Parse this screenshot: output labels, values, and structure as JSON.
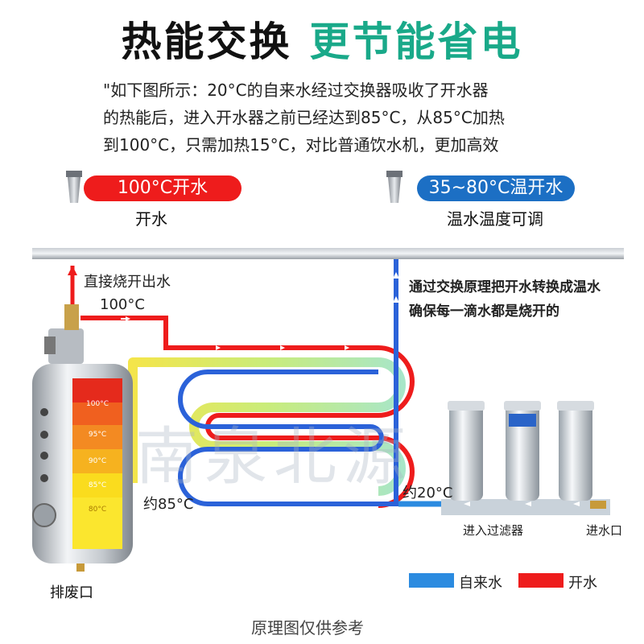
{
  "header": {
    "title_part1": "热能交换",
    "title_part2": "更节能省电"
  },
  "description": {
    "line1": "\"如下图所示：20°C的自来水经过交换器吸收了开水器",
    "line2": "的热能后，进入开水器之前已经达到85°C，从85°C加热",
    "line3": "到100°C，只需加热15°C，对比普通饮水机，更加高效"
  },
  "outlets": {
    "boiling": {
      "pill": "100°C开水",
      "caption": "开水",
      "color": "#ee1c1c"
    },
    "warm": {
      "pill": "35~80°C温开水",
      "caption": "温水温度可调",
      "color": "#1c6fc4"
    }
  },
  "labels": {
    "direct_out": "直接烧开出水",
    "temp_100": "100°C",
    "temp_85": "约85°C",
    "temp_20": "约20°C",
    "into_filter": "进入过滤器",
    "inlet": "进水口",
    "drain": "排废口",
    "note_line1": "通过交换原理把开水转换成温水",
    "note_line2": "确保每一滴水都是烧开的"
  },
  "tank_levels": [
    "100°C",
    "95°C",
    "90°C",
    "85°C",
    "80°C"
  ],
  "legend": [
    {
      "label": "自来水",
      "color": "#2b8be0"
    },
    {
      "label": "开水",
      "color": "#ee1c1c"
    }
  ],
  "watermark": "南泉北源",
  "footer": "原理图仅供参考"
}
